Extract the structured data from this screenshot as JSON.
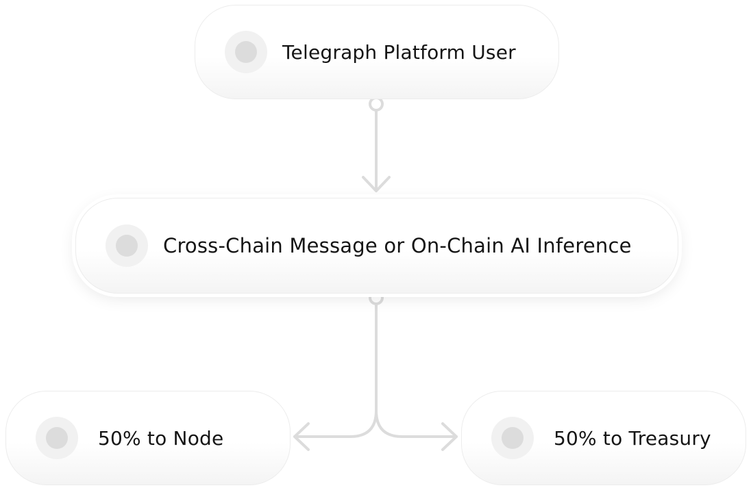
{
  "diagram": {
    "user_node": {
      "label": "Telegraph Platform User"
    },
    "message_node": {
      "label": "Cross-Chain Message or On-Chain AI Inference"
    },
    "node_share": {
      "label": "50% to Node"
    },
    "treasury_share": {
      "label": "50% to Treasury"
    }
  },
  "colors": {
    "connector": "#dcdcdc",
    "text": "#151515",
    "node_border": "#ececec",
    "dot_outer": "#f1f1f1",
    "dot_inner": "#dcdcdc"
  }
}
